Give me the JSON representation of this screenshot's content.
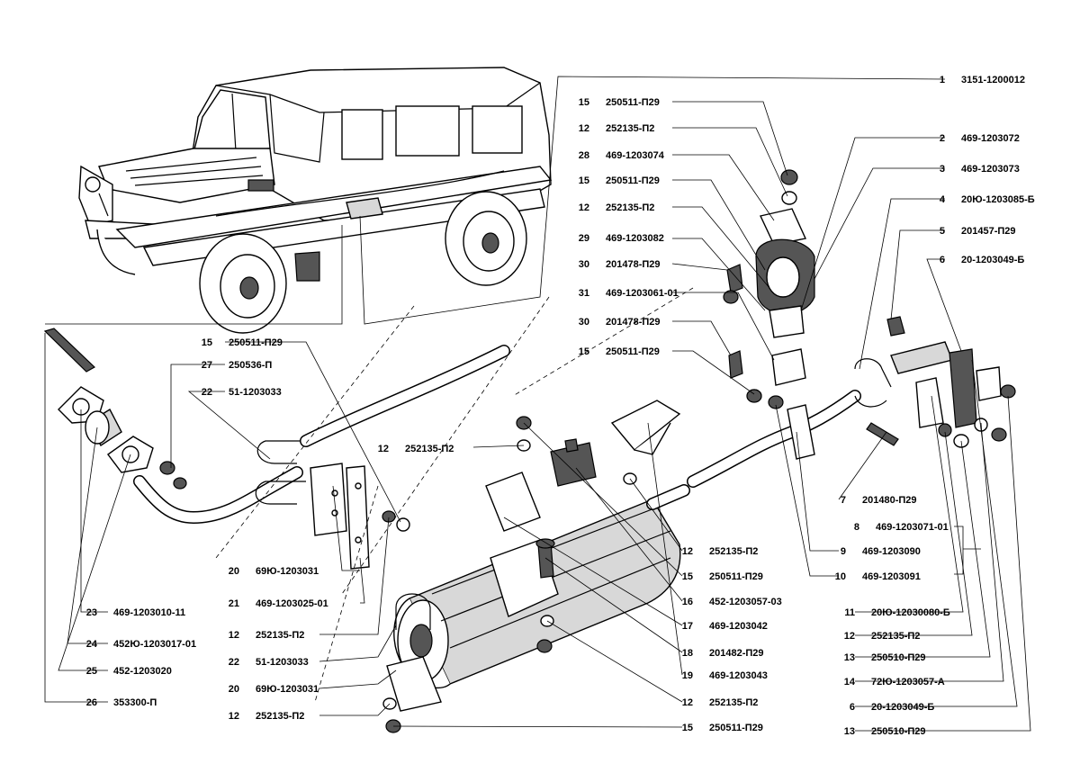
{
  "labels": [
    {
      "num": "1",
      "code": "3151-1200012"
    },
    {
      "num": "15",
      "code": "250511-П29"
    },
    {
      "num": "12",
      "code": "252135-П2"
    },
    {
      "num": "28",
      "code": "469-1203074"
    },
    {
      "num": "15",
      "code": "250511-П29"
    },
    {
      "num": "12",
      "code": "252135-П2"
    },
    {
      "num": "29",
      "code": "469-1203082"
    },
    {
      "num": "30",
      "code": "201478-П29"
    },
    {
      "num": "31",
      "code": "469-1203061-01"
    },
    {
      "num": "30",
      "code": "201478-П29"
    },
    {
      "num": "15",
      "code": "250511-П29"
    },
    {
      "num": "2",
      "code": "469-1203072"
    },
    {
      "num": "3",
      "code": "469-1203073"
    },
    {
      "num": "4",
      "code": "20Ю-1203085-Б"
    },
    {
      "num": "5",
      "code": "201457-П29"
    },
    {
      "num": "6",
      "code": "20-1203049-Б"
    },
    {
      "num": "15",
      "code": "250511-П29"
    },
    {
      "num": "27",
      "code": "250536-П"
    },
    {
      "num": "22",
      "code": "51-1203033"
    },
    {
      "num": "12",
      "code": "252135-П2"
    },
    {
      "num": "7",
      "code": "201480-П29"
    },
    {
      "num": "8",
      "code": "469-1203071-01"
    },
    {
      "num": "9",
      "code": "469-1203090"
    },
    {
      "num": "10",
      "code": "469-1203091"
    },
    {
      "num": "12",
      "code": "252135-П2"
    },
    {
      "num": "15",
      "code": "250511-П29"
    },
    {
      "num": "20",
      "code": "69Ю-1203031"
    },
    {
      "num": "21",
      "code": "469-1203025-01"
    },
    {
      "num": "16",
      "code": "452-1203057-03"
    },
    {
      "num": "11",
      "code": "20Ю-12030080-Б"
    },
    {
      "num": "23",
      "code": "469-1203010-11"
    },
    {
      "num": "17",
      "code": "469-1203042"
    },
    {
      "num": "12",
      "code": "252135-П2"
    },
    {
      "num": "24",
      "code": "452Ю-1203017-01"
    },
    {
      "num": "12",
      "code": "252135-П2"
    },
    {
      "num": "18",
      "code": "201482-П29"
    },
    {
      "num": "13",
      "code": "250510-П29"
    },
    {
      "num": "22",
      "code": "51-1203033"
    },
    {
      "num": "25",
      "code": "452-1203020"
    },
    {
      "num": "19",
      "code": "469-1203043"
    },
    {
      "num": "14",
      "code": "72Ю-1203057-А"
    },
    {
      "num": "20",
      "code": "69Ю-1203031"
    },
    {
      "num": "26",
      "code": "353300-П"
    },
    {
      "num": "12",
      "code": "252135-П2"
    },
    {
      "num": "6",
      "code": "20-1203049-Б"
    },
    {
      "num": "12",
      "code": "252135-П2"
    },
    {
      "num": "15",
      "code": "250511-П29"
    },
    {
      "num": "13",
      "code": "250510-П29"
    }
  ]
}
